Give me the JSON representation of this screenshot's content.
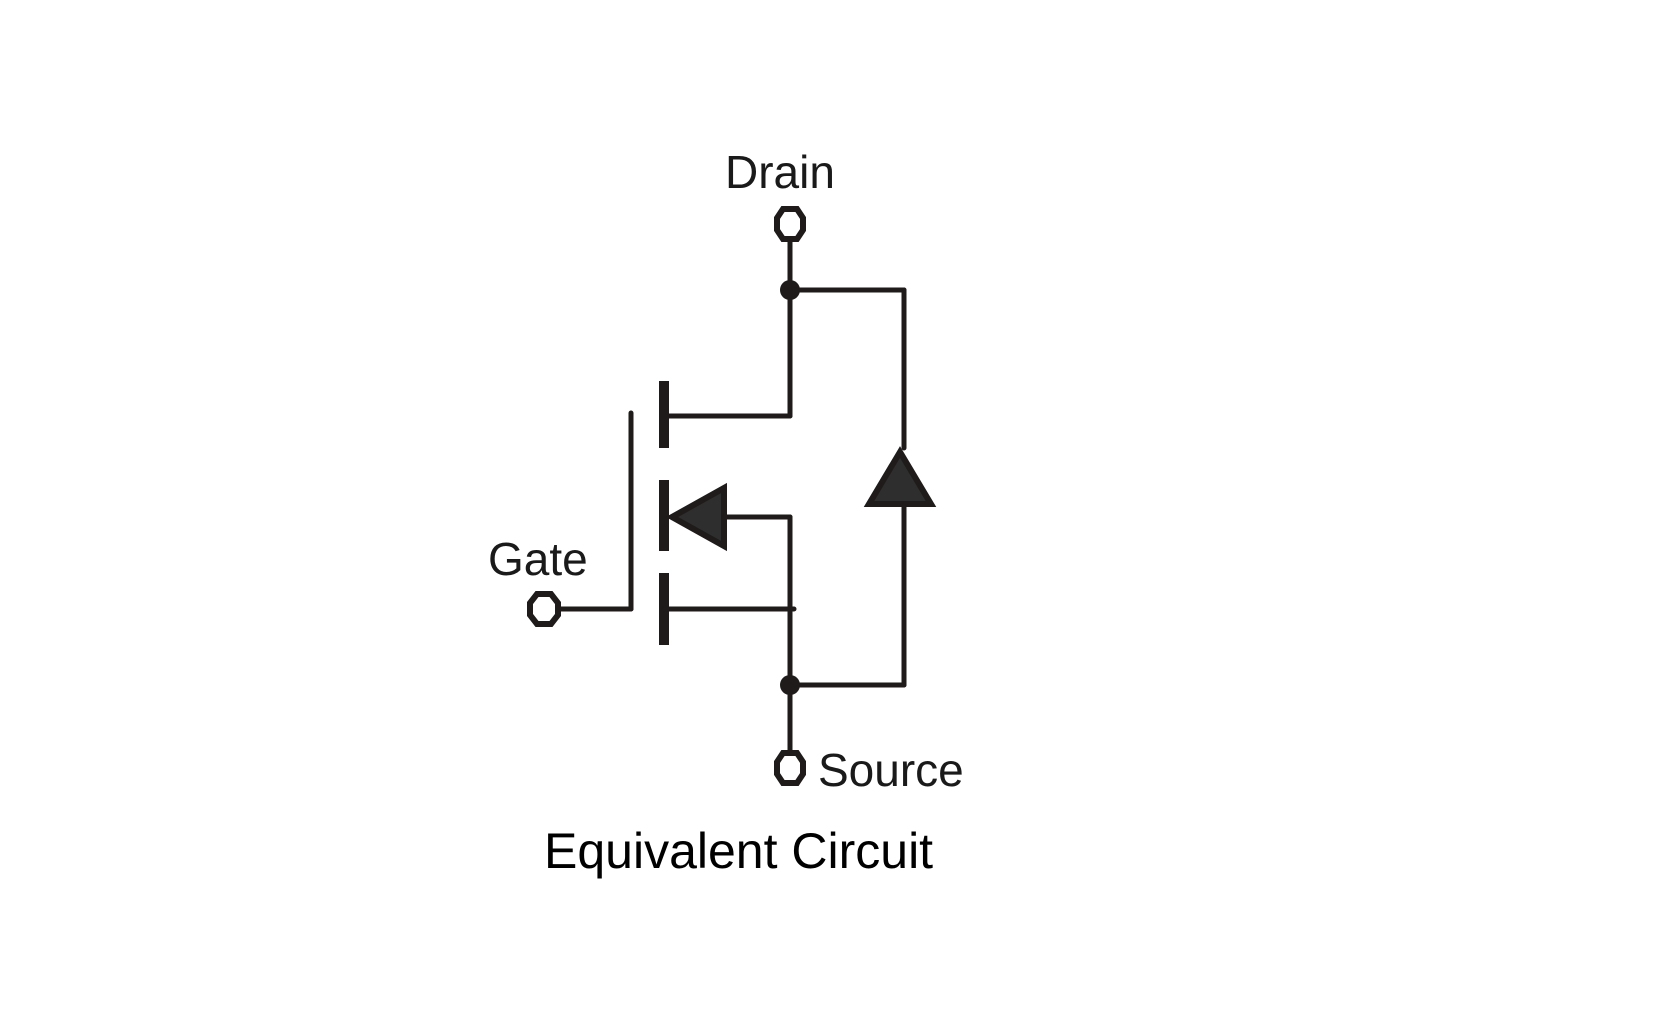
{
  "diagram": {
    "type": "circuit-schematic",
    "component": "N-channel MOSFET with body diode",
    "caption": "Equivalent Circuit",
    "terminals": {
      "drain": "Drain",
      "gate": "Gate",
      "source": "Source"
    },
    "colors": {
      "ink": "#1e1b1a",
      "fill": "#2e2e2e",
      "background": "#ffffff"
    }
  }
}
